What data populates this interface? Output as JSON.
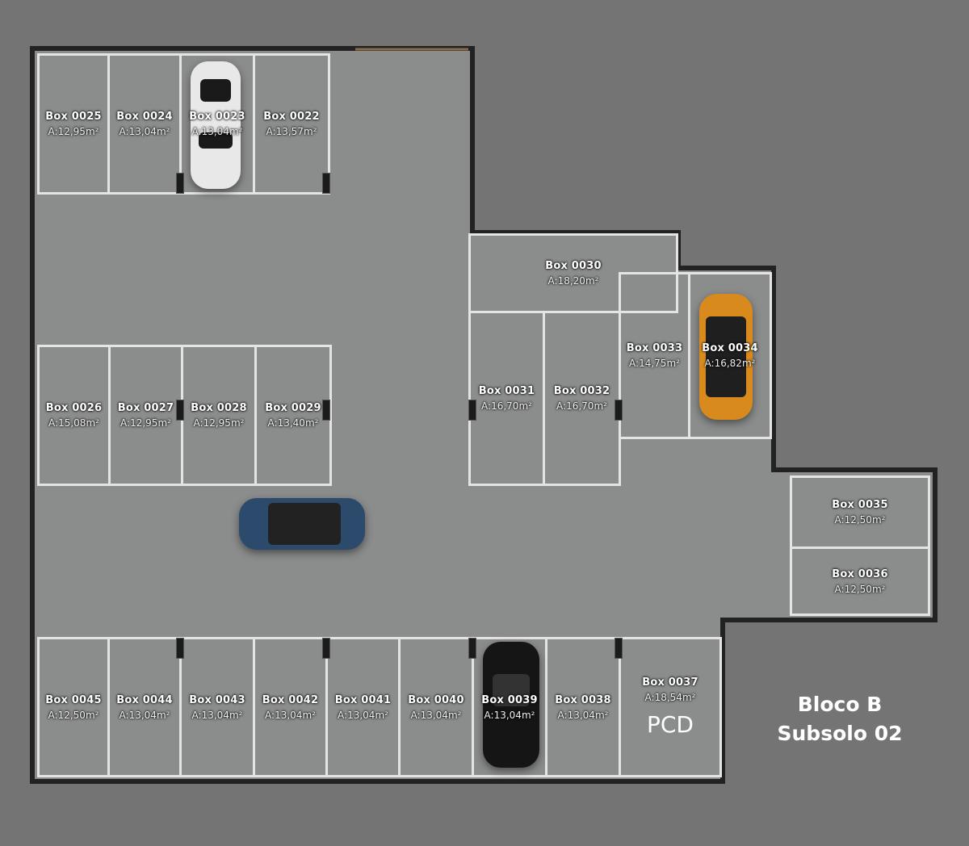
{
  "title": {
    "line1": "Bloco B",
    "line2": "Subsolo 02"
  },
  "boxes": [
    {
      "name": "Box 0025",
      "area": "A:12,95m²"
    },
    {
      "name": "Box 0024",
      "area": "A:13,04m²"
    },
    {
      "name": "Box 0023",
      "area": "A:13,04m²"
    },
    {
      "name": "Box 0022",
      "area": "A:13,57m²"
    },
    {
      "name": "Box 0026",
      "area": "A:15,08m²"
    },
    {
      "name": "Box 0027",
      "area": "A:12,95m²"
    },
    {
      "name": "Box 0028",
      "area": "A:12,95m²"
    },
    {
      "name": "Box 0029",
      "area": "A:13,40m²"
    },
    {
      "name": "Box 0030",
      "area": "A:18,20m²"
    },
    {
      "name": "Box 0031",
      "area": "A:16,70m²"
    },
    {
      "name": "Box 0032",
      "area": "A:16,70m²"
    },
    {
      "name": "Box 0033",
      "area": "A:14,75m²"
    },
    {
      "name": "Box 0034",
      "area": "A:16,82m²"
    },
    {
      "name": "Box 0035",
      "area": "A:12,50m²"
    },
    {
      "name": "Box 0036",
      "area": "A:12,50m²"
    },
    {
      "name": "Box 0045",
      "area": "A:12,50m²"
    },
    {
      "name": "Box 0044",
      "area": "A:13,04m²"
    },
    {
      "name": "Box 0043",
      "area": "A:13,04m²"
    },
    {
      "name": "Box 0042",
      "area": "A:13,04m²"
    },
    {
      "name": "Box 0041",
      "area": "A:13,04m²"
    },
    {
      "name": "Box 0040",
      "area": "A:13,04m²"
    },
    {
      "name": "Box 0039",
      "area": "A:13,04m²"
    },
    {
      "name": "Box 0038",
      "area": "A:13,04m²"
    },
    {
      "name": "Box 0037",
      "area": "A:18,54m²",
      "tag": "PCD"
    }
  ],
  "colors": {
    "background": "#737473",
    "floor": "#8b8c8c",
    "wall": "#222222",
    "lines": "#e4e4e4"
  }
}
